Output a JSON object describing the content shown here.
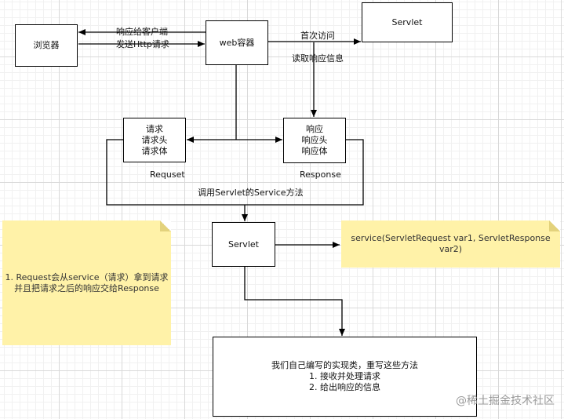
{
  "nodes": {
    "browser": "浏览器",
    "web_container": "web容器",
    "servlet_top": "Servlet",
    "servlet_mid": "Servlet",
    "request_box": [
      "请求",
      "请求头",
      "请求体"
    ],
    "response_box": [
      "响应",
      "响应头",
      "响应体"
    ],
    "impl_box": [
      "我们自己编写的实现类，重写这些方法",
      "1. 接收并处理请求",
      "2. 给出响应的信息"
    ]
  },
  "edge_labels": {
    "respond_to_client": "响应给客户端",
    "send_http_request": "发送Http请求",
    "first_visit": "首次访问",
    "read_response": "读取响应信息",
    "call_service": "调用Servlet的Service方法",
    "request_caption": "Requset",
    "response_caption": "Response"
  },
  "notes": {
    "left": [
      "1. Request会从service（请求）拿到请求",
      "并且把请求之后的响应交给Response"
    ],
    "right": "service(ServletRequest var1, ServletResponse var2)"
  },
  "watermark": "@稀土掘金技术社区"
}
